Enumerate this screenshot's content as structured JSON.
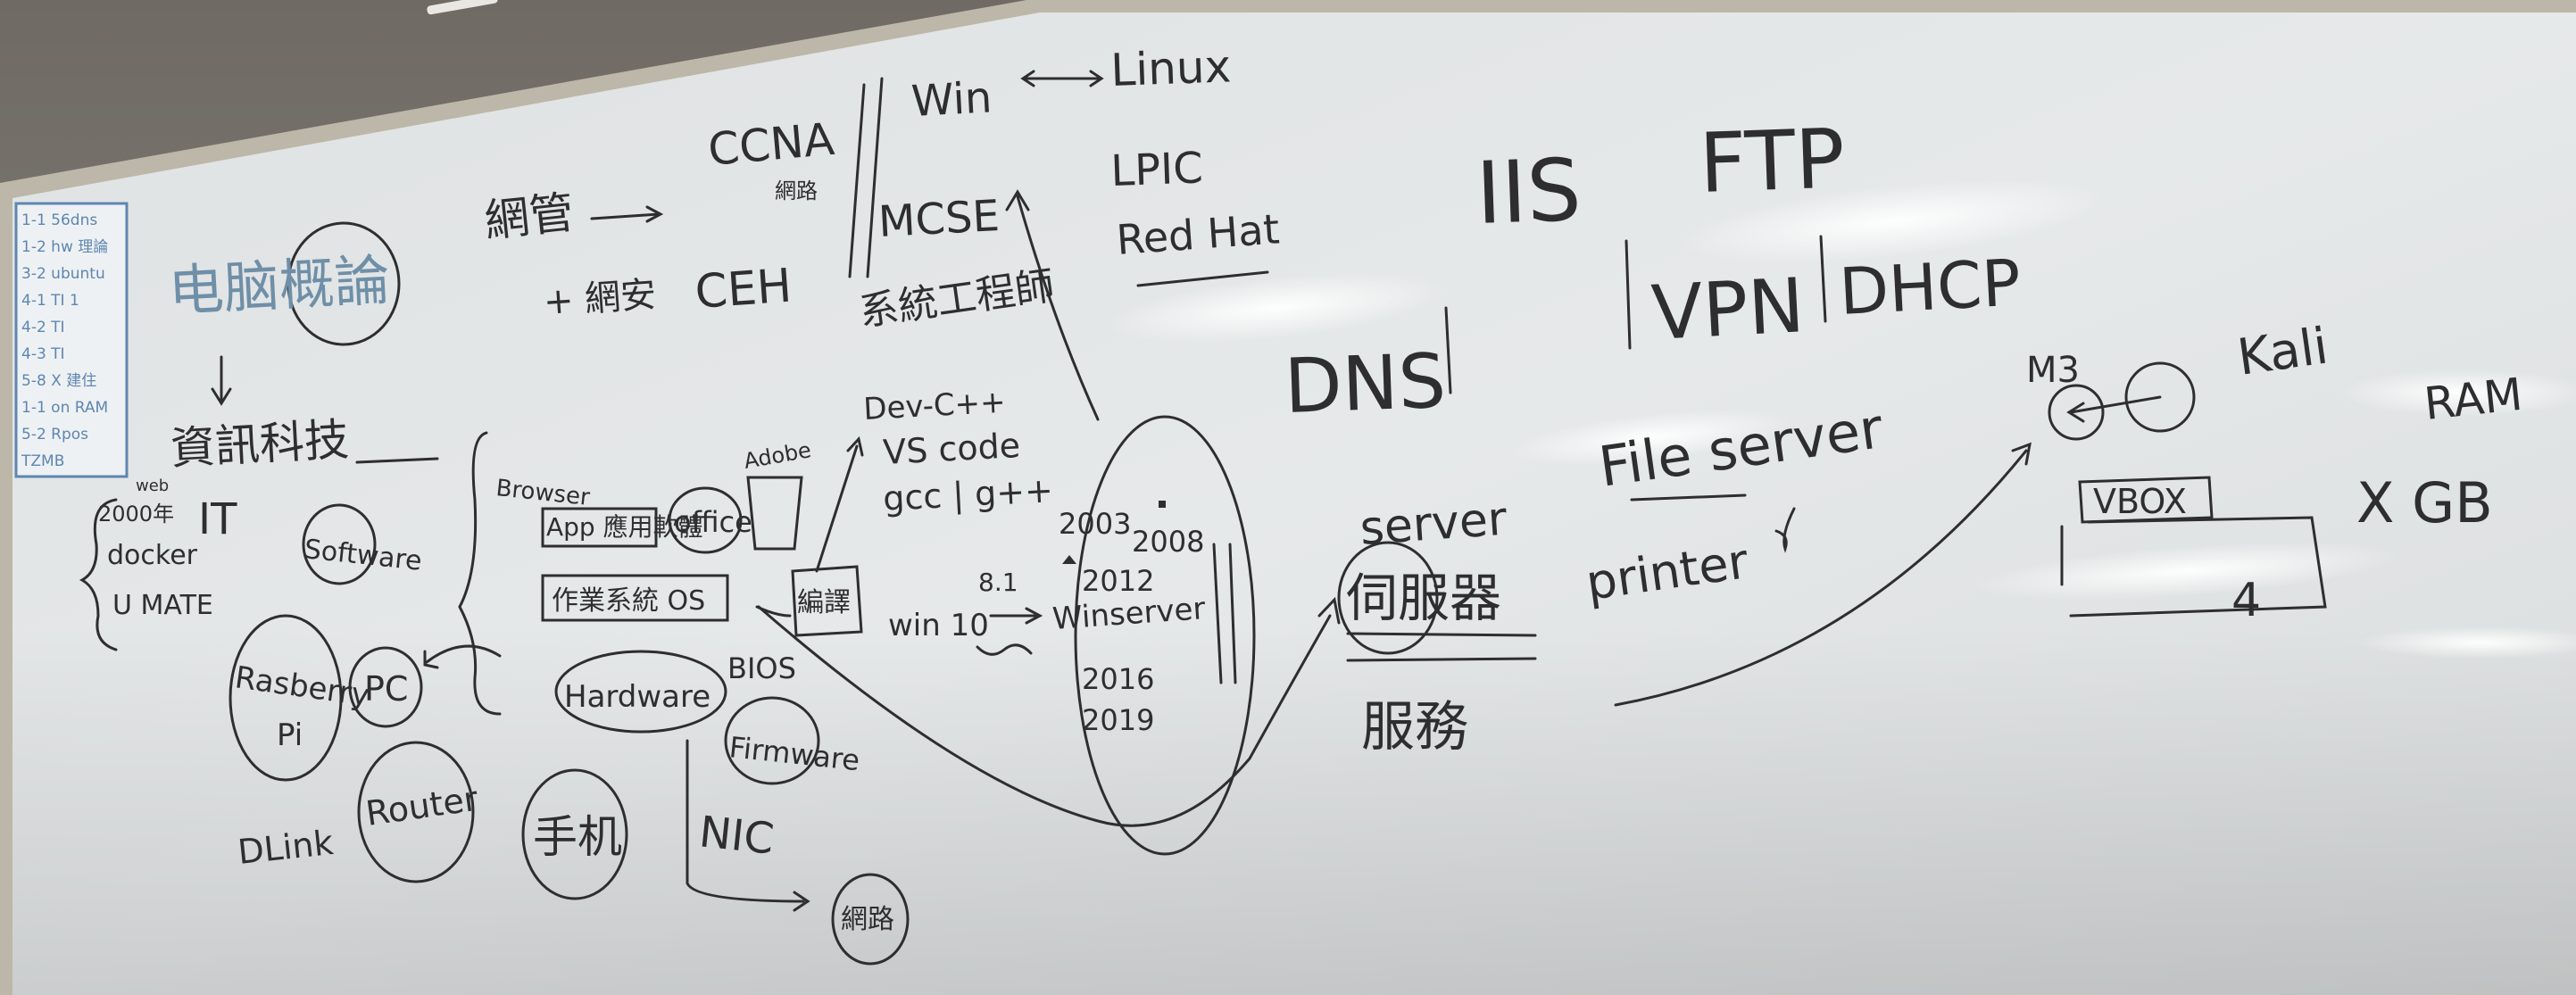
{
  "scene": {
    "subject": "whiteboard",
    "ink_color": "#2e2e30",
    "blue_ink_color": "#5e86b0",
    "board_color": "#e4e7e8",
    "frame_color": "#b9b3a6"
  },
  "corner_note": {
    "lines": [
      "1-1 56dns",
      "1-2 hw 理論",
      "3-2 ubuntu",
      "4-1 TI 1",
      "4-2 TI",
      "4-3 TI",
      "5-8 X 建住",
      "1-1 on RAM",
      "5-2 Rpos",
      "TZMB"
    ]
  },
  "labels": {
    "computer_intro": "电脑概論",
    "it_chinese": "資訊科技",
    "it": "IT",
    "web": "web",
    "year_2000": "2000年",
    "docker": "docker",
    "umate": "U MATE",
    "software": "Software",
    "raspberry_pi_line1": "Rasberry",
    "raspberry_pi_line2": "Pi",
    "pc": "PC",
    "dlink": "DLink",
    "router": "Router",
    "phone": "手机",
    "netmgmt": "網管",
    "netsec": "+ 網安",
    "ceh": "CEH",
    "ccna": "CCNA",
    "network_eng": "網路",
    "mcse": "MCSE",
    "sys_eng": "系統工程師",
    "win": "Win",
    "linux": "Linux",
    "lpic": "LPIC",
    "redhat": "Red Hat",
    "iis": "IIS",
    "ftp": "FTP",
    "dns": "DNS",
    "vpn": "VPN",
    "dhcp": "DHCP",
    "browser": "Browser",
    "app": "App 應用軟體",
    "office": "office",
    "adobe": "Adobe",
    "os": "作業系統 OS",
    "hardware": "Hardware",
    "bios": "BIOS",
    "firmware": "Firmware",
    "nic": "NIC",
    "network_card": "網路",
    "devcpp": "Dev-C++",
    "vscode": "VS code",
    "gcc": "gcc | g++",
    "compile": "編譯",
    "win81": "8.1",
    "win10": "win 10",
    "winserver": "Winserver",
    "y2003": "2003",
    "y2008": "2008",
    "y2012": "2012",
    "y2016": "2016",
    "y2019": "2019",
    "server": "server",
    "server_chinese": "伺服器",
    "service_chinese": "服務",
    "file_server": "File server",
    "printer": "printer",
    "m3": "M3",
    "kali": "Kali",
    "vbox": "VBOX",
    "four": "4",
    "ram": "RAM",
    "xgb": "X GB"
  }
}
